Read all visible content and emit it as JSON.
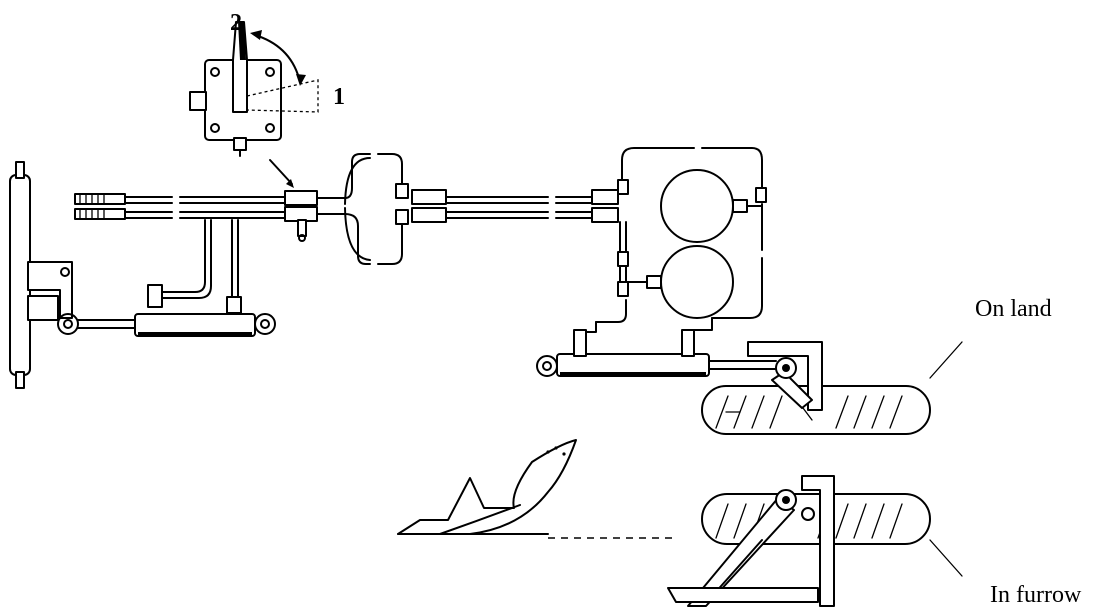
{
  "labels": {
    "position_2": "2",
    "position_1": "1",
    "on_land": "On land",
    "in_furrow": "In furrow"
  }
}
